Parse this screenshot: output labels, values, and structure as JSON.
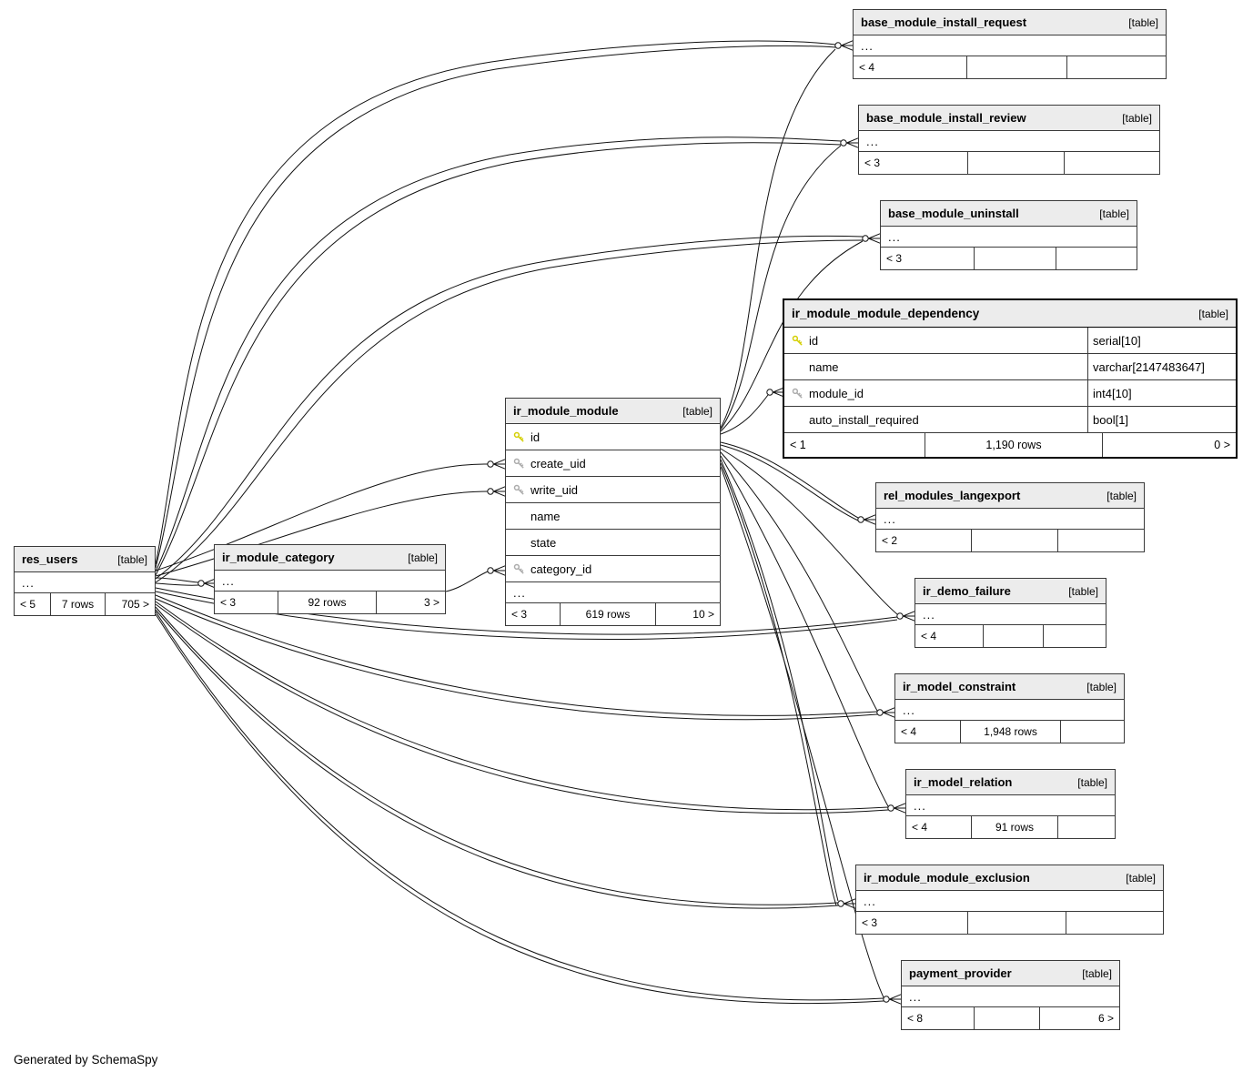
{
  "page": {
    "footer_note": "Generated by SchemaSpy"
  },
  "tables": {
    "res_users": {
      "name": "res_users",
      "tag": "[table]",
      "more": "...",
      "foot_l": "< 5",
      "foot_m": "7 rows",
      "foot_r": "705 >"
    },
    "ir_module_category": {
      "name": "ir_module_category",
      "tag": "[table]",
      "more": "...",
      "foot_l": "< 3",
      "foot_m": "92 rows",
      "foot_r": "3 >"
    },
    "ir_module_module": {
      "name": "ir_module_module",
      "tag": "[table]",
      "cols": [
        {
          "n": "id",
          "k": "pk"
        },
        {
          "n": "create_uid",
          "k": "fk"
        },
        {
          "n": "write_uid",
          "k": "fk"
        },
        {
          "n": "name"
        },
        {
          "n": "state"
        },
        {
          "n": "category_id",
          "k": "fk"
        }
      ],
      "more": "...",
      "foot_l": "< 3",
      "foot_m": "619 rows",
      "foot_r": "10 >"
    },
    "ir_module_module_dependency": {
      "name": "ir_module_module_dependency",
      "tag": "[table]",
      "cols": [
        {
          "n": "id",
          "t": "serial[10]",
          "k": "pk"
        },
        {
          "n": "name",
          "t": "varchar[2147483647]"
        },
        {
          "n": "module_id",
          "t": "int4[10]",
          "k": "fk"
        },
        {
          "n": "auto_install_required",
          "t": "bool[1]"
        }
      ],
      "foot_l": "< 1",
      "foot_m": "1,190 rows",
      "foot_r": "0 >"
    },
    "base_module_install_request": {
      "name": "base_module_install_request",
      "tag": "[table]",
      "more": "...",
      "foot_l": "< 4",
      "foot_m": "",
      "foot_r": ""
    },
    "base_module_install_review": {
      "name": "base_module_install_review",
      "tag": "[table]",
      "more": "...",
      "foot_l": "< 3",
      "foot_m": "",
      "foot_r": ""
    },
    "base_module_uninstall": {
      "name": "base_module_uninstall",
      "tag": "[table]",
      "more": "...",
      "foot_l": "< 3",
      "foot_m": "",
      "foot_r": ""
    },
    "rel_modules_langexport": {
      "name": "rel_modules_langexport",
      "tag": "[table]",
      "more": "...",
      "foot_l": "< 2",
      "foot_m": "",
      "foot_r": ""
    },
    "ir_demo_failure": {
      "name": "ir_demo_failure",
      "tag": "[table]",
      "more": "...",
      "foot_l": "< 4",
      "foot_m": "",
      "foot_r": ""
    },
    "ir_model_constraint": {
      "name": "ir_model_constraint",
      "tag": "[table]",
      "more": "...",
      "foot_l": "< 4",
      "foot_m": "1,948 rows",
      "foot_r": ""
    },
    "ir_model_relation": {
      "name": "ir_model_relation",
      "tag": "[table]",
      "more": "...",
      "foot_l": "< 4",
      "foot_m": "91 rows",
      "foot_r": ""
    },
    "ir_module_module_exclusion": {
      "name": "ir_module_module_exclusion",
      "tag": "[table]",
      "more": "...",
      "foot_l": "< 3",
      "foot_m": "",
      "foot_r": ""
    },
    "payment_provider": {
      "name": "payment_provider",
      "tag": "[table]",
      "more": "...",
      "foot_l": "< 8",
      "foot_m": "",
      "foot_r": "6 >"
    }
  }
}
